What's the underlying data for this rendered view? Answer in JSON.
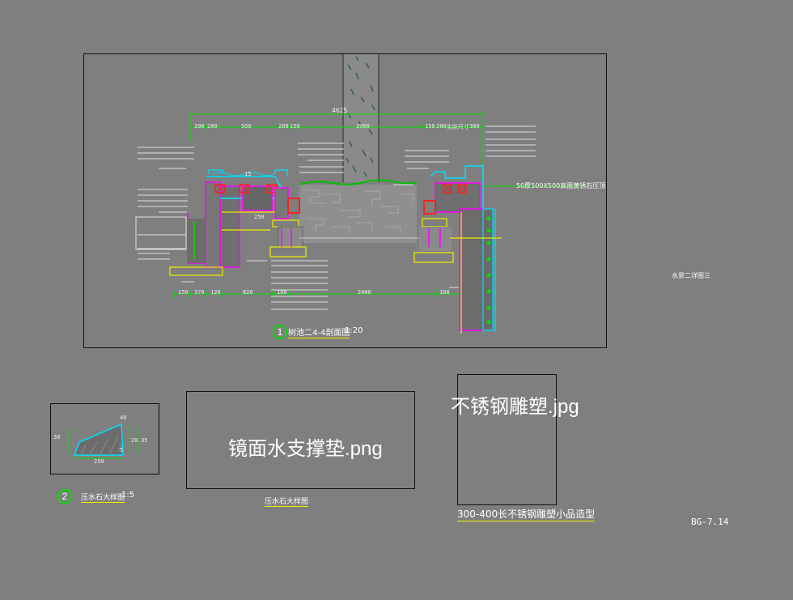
{
  "detail1": {
    "number": "1",
    "title": "树池二4-4剖面图",
    "scale": "1:20",
    "total_dim": "4625",
    "top_dims": [
      "200",
      "200",
      "950",
      "200",
      "150",
      "2000",
      "150",
      "200",
      "实际尺寸",
      "300"
    ],
    "bottom_dims": [
      "150",
      "370",
      "120",
      "820",
      "160",
      "2400",
      "160"
    ],
    "right_note": "50厚500X500高面黄锈石压顶",
    "side_note": "水景二详图三",
    "mid_dim": "15",
    "mid_dim2": "250"
  },
  "detail2": {
    "number": "2",
    "title": "压水石大样图",
    "scale": "1:5",
    "dims": [
      "30",
      "250",
      "40",
      "35",
      "5",
      "20"
    ]
  },
  "image_box_mirror": {
    "filename": "镜面水支撑垫.png",
    "caption": "压水石大样图"
  },
  "image_box_sculpture": {
    "filename": "不锈钢雕塑.jpg",
    "caption": "300-400长不锈钢雕塑小品造型"
  },
  "drawing_number": "BG-7.14",
  "colors": {
    "background": "#7f7f7f",
    "dim_green": "#00e000",
    "section_magenta": "#ff00ff",
    "highlight_red": "#ff2020",
    "cyan": "#00e0ff",
    "yellow": "#f0f000"
  }
}
